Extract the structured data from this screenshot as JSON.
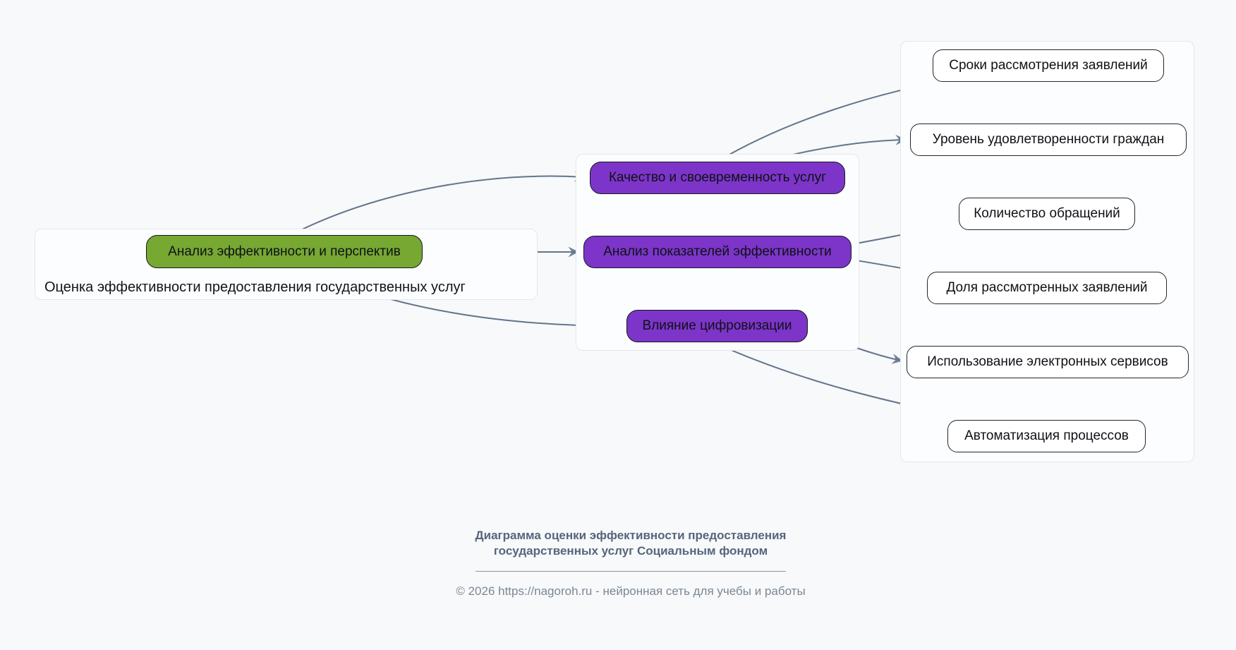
{
  "diagram": {
    "root_group_label": "Оценка эффективности предоставления государственных услуг",
    "root": {
      "label": "Анализ эффективности и перспектив"
    },
    "branches": [
      {
        "label": "Качество и своевременность услуг"
      },
      {
        "label": "Анализ показателей эффективности"
      },
      {
        "label": "Влияние цифровизации"
      }
    ],
    "leaves": [
      {
        "label": "Сроки рассмотрения заявлений"
      },
      {
        "label": "Уровень удовлетворенности граждан"
      },
      {
        "label": "Количество обращений"
      },
      {
        "label": "Доля рассмотренных заявлений"
      },
      {
        "label": "Использование электронных сервисов"
      },
      {
        "label": "Автоматизация процессов"
      }
    ],
    "colors": {
      "root_fill": "#76a832",
      "branch_fill": "#7c35c8",
      "edge": "#64748b",
      "leaf_fill": "#ffffff"
    }
  },
  "footer": {
    "title_lines": [
      "Диаграмма оценки эффективности предоставления",
      "государственных услуг Социальным фондом"
    ],
    "copyright": "© 2026 https://nagoroh.ru - нейронная сеть для учебы и работы"
  }
}
